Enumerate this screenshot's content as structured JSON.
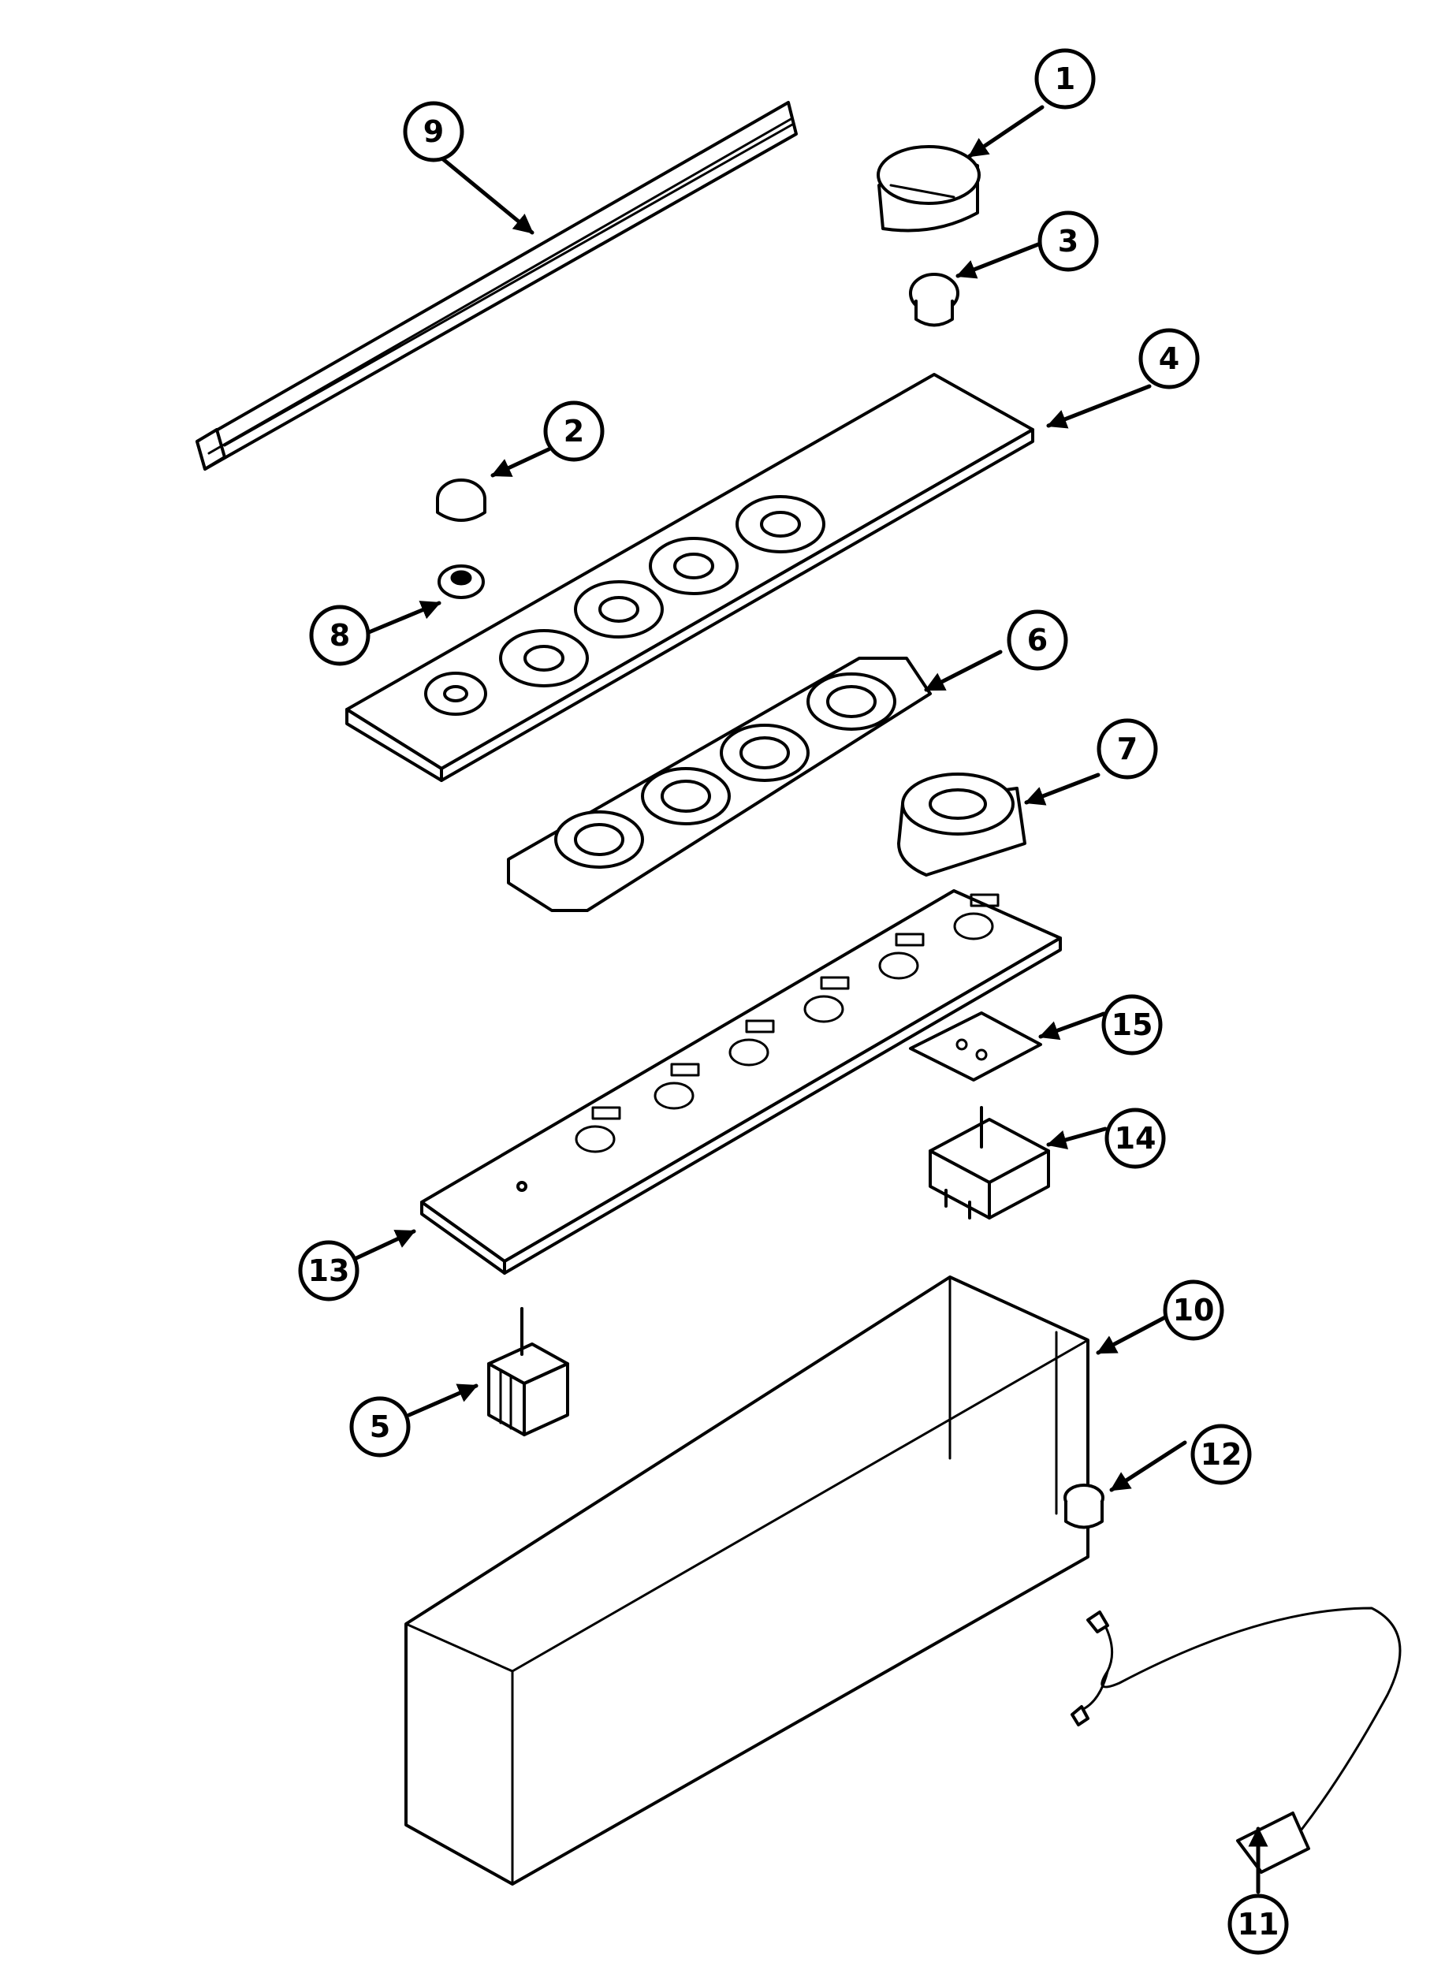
{
  "diagram": {
    "callouts": [
      {
        "label": "1"
      },
      {
        "label": "2"
      },
      {
        "label": "3"
      },
      {
        "label": "4"
      },
      {
        "label": "5"
      },
      {
        "label": "6"
      },
      {
        "label": "7"
      },
      {
        "label": "8"
      },
      {
        "label": "9"
      },
      {
        "label": "10"
      },
      {
        "label": "11"
      },
      {
        "label": "12"
      },
      {
        "label": "13"
      },
      {
        "label": "14"
      },
      {
        "label": "15"
      }
    ]
  }
}
